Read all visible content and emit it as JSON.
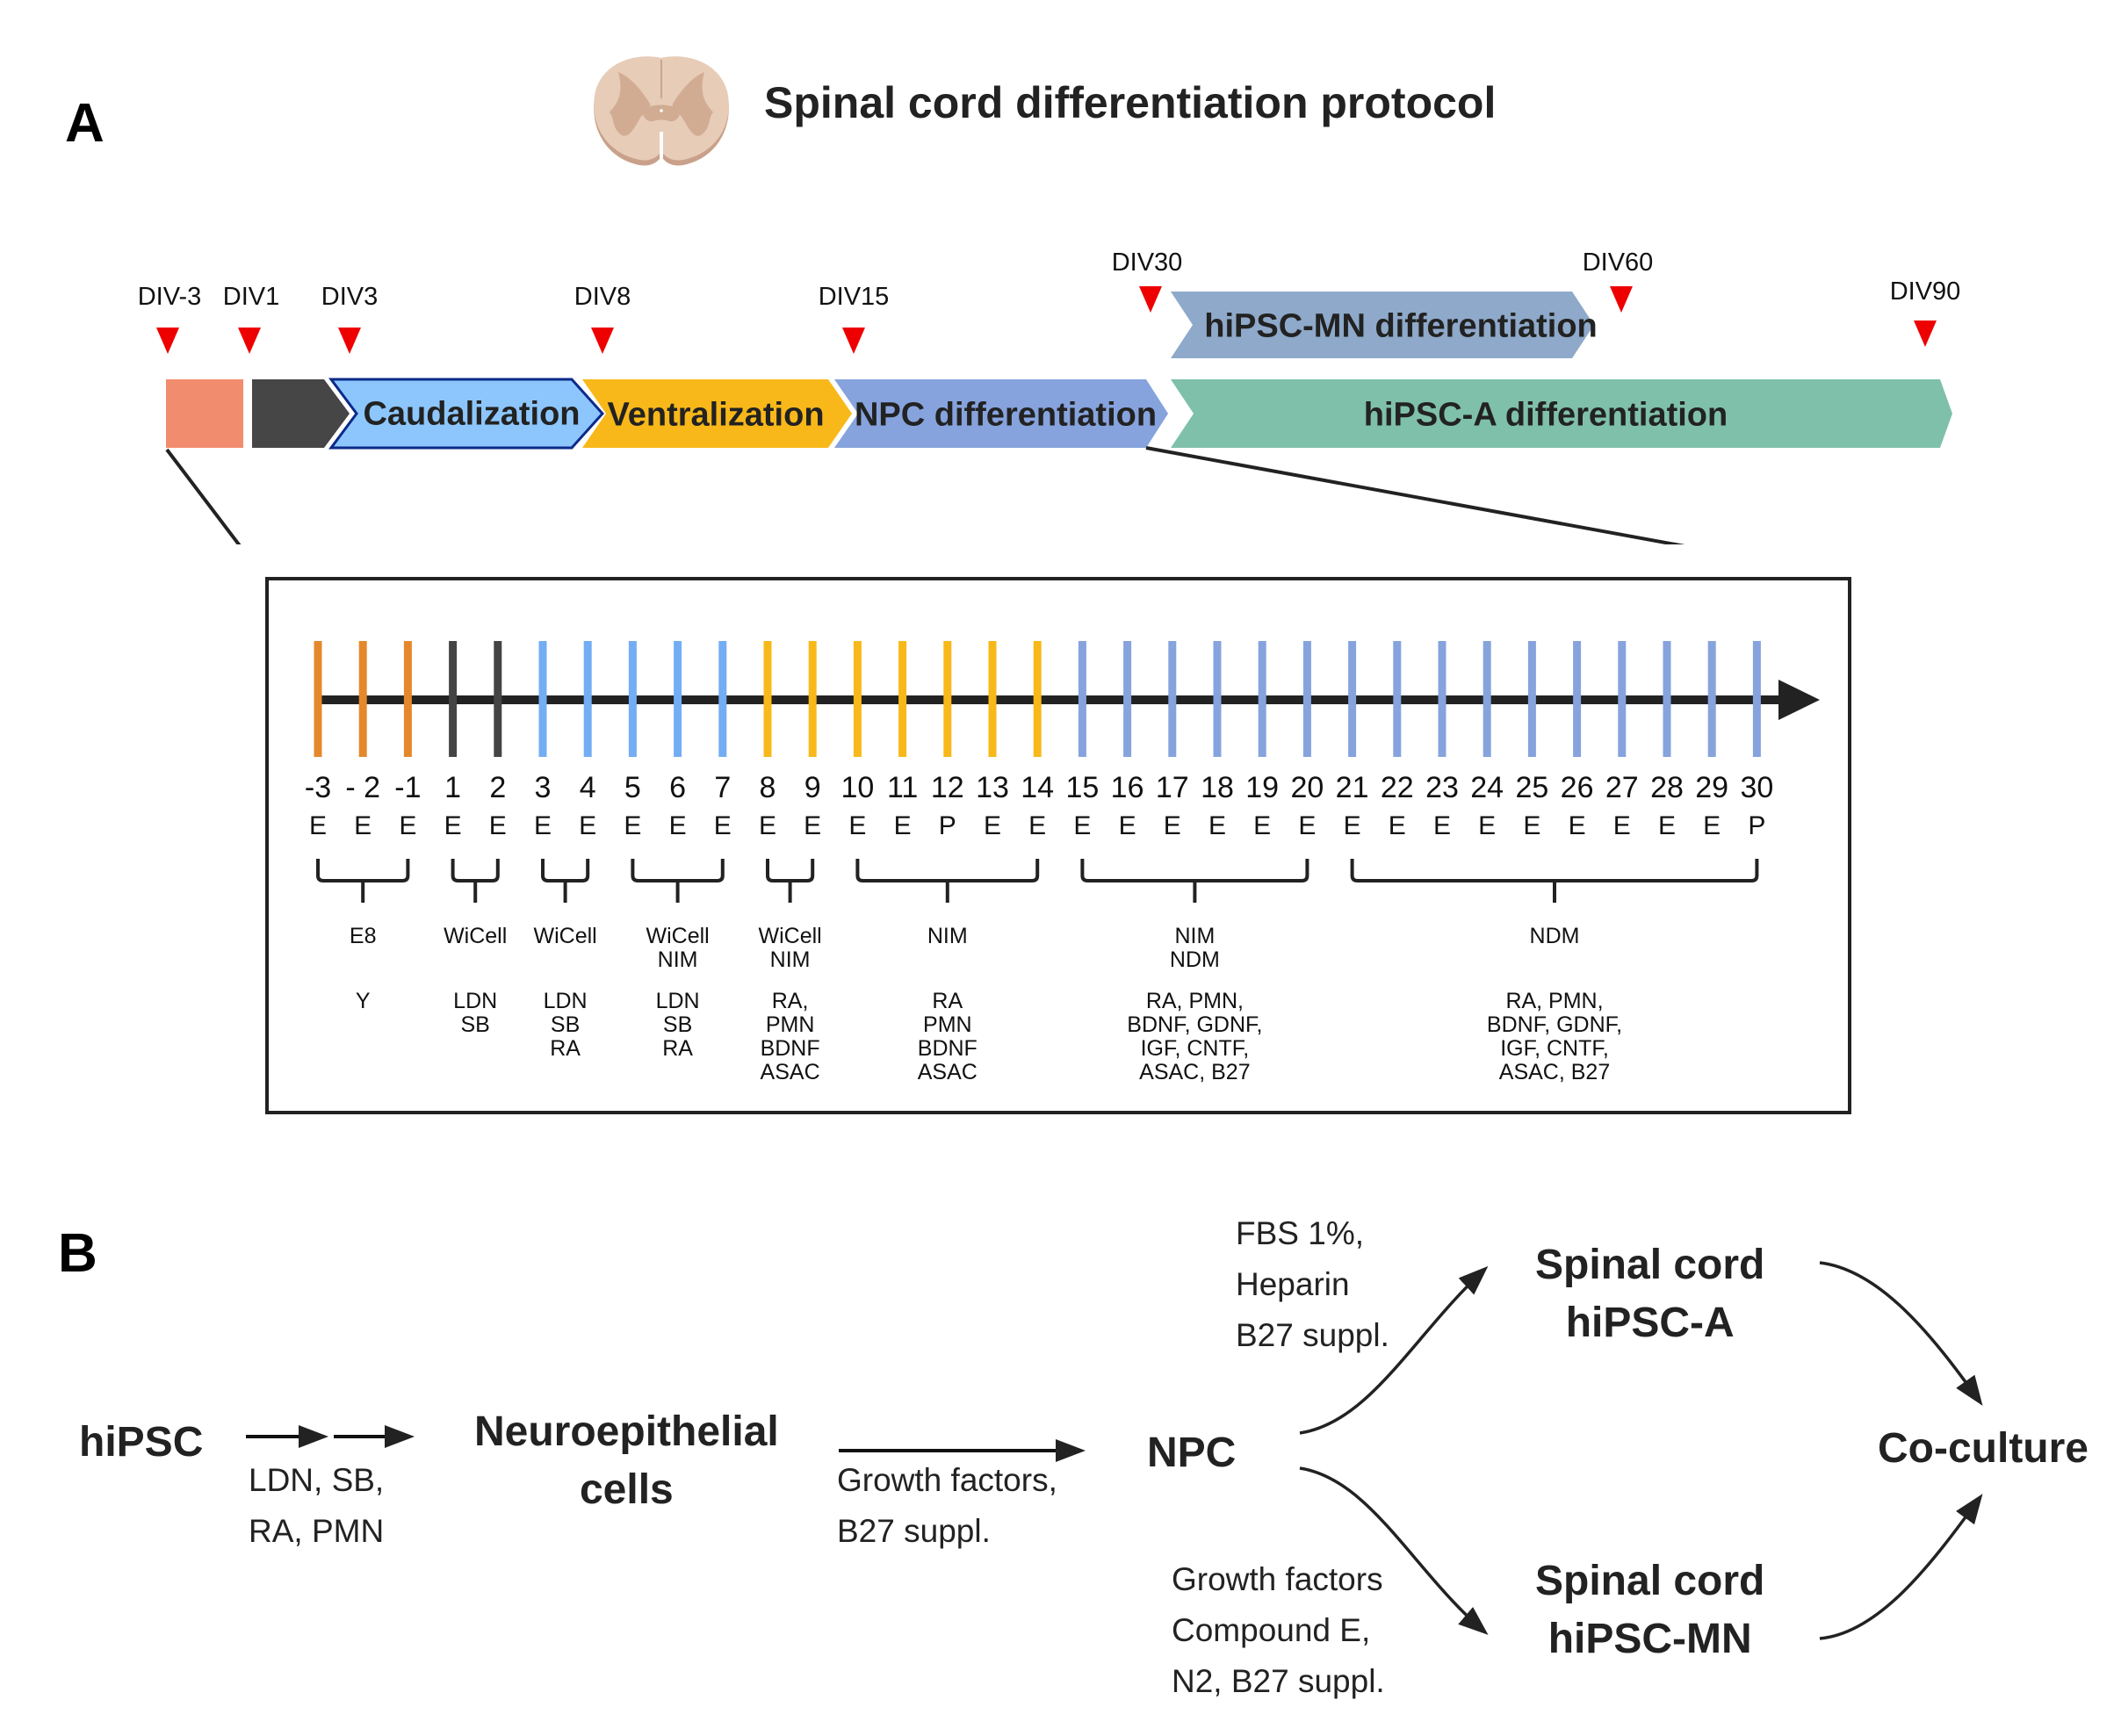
{
  "panel_a": {
    "label": "A",
    "title": "Spinal cord differentiation protocol",
    "title_icon": "spinal-cord-cross-section-icon",
    "div_markers": [
      {
        "label": "DIV-3"
      },
      {
        "label": "DIV1"
      },
      {
        "label": "DIV3"
      },
      {
        "label": "DIV8"
      },
      {
        "label": "DIV15"
      },
      {
        "label": "DIV30"
      },
      {
        "label": "DIV60"
      },
      {
        "label": "DIV90"
      }
    ],
    "stages": [
      {
        "label": "",
        "color": "#f28c6e"
      },
      {
        "label": "",
        "color": "#464646"
      },
      {
        "label": "Caudalization",
        "color": "#8cc6fc",
        "border": "#0b2a8a"
      },
      {
        "label": "Ventralization",
        "color": "#f8b81a"
      },
      {
        "label": "NPC differentiation",
        "color": "#86a3dd"
      },
      {
        "label": "hiPSC-A differentiation",
        "color": "#7fc0aa"
      },
      {
        "label": "hiPSC-MN differentiation",
        "color": "#8ea9c9"
      }
    ],
    "timeline": {
      "days": [
        {
          "day": "-3",
          "code": "E",
          "color": "#e5882c"
        },
        {
          "day": "- 2",
          "code": "E",
          "color": "#e5882c"
        },
        {
          "day": "-1",
          "code": "E",
          "color": "#e5882c"
        },
        {
          "day": "1",
          "code": "E",
          "color": "#444444"
        },
        {
          "day": "2",
          "code": "E",
          "color": "#444444"
        },
        {
          "day": "3",
          "code": "E",
          "color": "#73adf4"
        },
        {
          "day": "4",
          "code": "E",
          "color": "#73adf4"
        },
        {
          "day": "5",
          "code": "E",
          "color": "#73adf4"
        },
        {
          "day": "6",
          "code": "E",
          "color": "#73adf4"
        },
        {
          "day": "7",
          "code": "E",
          "color": "#73adf4"
        },
        {
          "day": "8",
          "code": "E",
          "color": "#f8b81a"
        },
        {
          "day": "9",
          "code": "E",
          "color": "#f8b81a"
        },
        {
          "day": "10",
          "code": "E",
          "color": "#f8b81a"
        },
        {
          "day": "11",
          "code": "E",
          "color": "#f8b81a"
        },
        {
          "day": "12",
          "code": "P",
          "color": "#f8b81a"
        },
        {
          "day": "13",
          "code": "E",
          "color": "#f8b81a"
        },
        {
          "day": "14",
          "code": "E",
          "color": "#f8b81a"
        },
        {
          "day": "15",
          "code": "E",
          "color": "#86a3dd"
        },
        {
          "day": "16",
          "code": "E",
          "color": "#86a3dd"
        },
        {
          "day": "17",
          "code": "E",
          "color": "#86a3dd"
        },
        {
          "day": "18",
          "code": "E",
          "color": "#86a3dd"
        },
        {
          "day": "19",
          "code": "E",
          "color": "#86a3dd"
        },
        {
          "day": "20",
          "code": "E",
          "color": "#86a3dd"
        },
        {
          "day": "21",
          "code": "E",
          "color": "#86a3dd"
        },
        {
          "day": "22",
          "code": "E",
          "color": "#86a3dd"
        },
        {
          "day": "23",
          "code": "E",
          "color": "#86a3dd"
        },
        {
          "day": "24",
          "code": "E",
          "color": "#86a3dd"
        },
        {
          "day": "25",
          "code": "E",
          "color": "#86a3dd"
        },
        {
          "day": "26",
          "code": "E",
          "color": "#86a3dd"
        },
        {
          "day": "27",
          "code": "E",
          "color": "#86a3dd"
        },
        {
          "day": "28",
          "code": "E",
          "color": "#86a3dd"
        },
        {
          "day": "29",
          "code": "E",
          "color": "#86a3dd"
        },
        {
          "day": "30",
          "code": "P",
          "color": "#86a3dd"
        }
      ],
      "groups": [
        {
          "from": 0,
          "to": 2,
          "medium": "E8",
          "factors": "Y"
        },
        {
          "from": 3,
          "to": 4,
          "medium": "WiCell",
          "factors": "LDN\nSB"
        },
        {
          "from": 5,
          "to": 6,
          "medium": "WiCell",
          "factors": "LDN\nSB\nRA"
        },
        {
          "from": 7,
          "to": 9,
          "medium": "WiCell\nNIM",
          "factors": "LDN\nSB\nRA"
        },
        {
          "from": 10,
          "to": 11,
          "medium": "WiCell\nNIM",
          "factors": "RA,\nPMN\nBDNF\nASAC"
        },
        {
          "from": 12,
          "to": 16,
          "medium": "NIM",
          "factors": "RA\nPMN\nBDNF\nASAC"
        },
        {
          "from": 17,
          "to": 22,
          "medium": "NIM\nNDM",
          "factors": "RA, PMN,\nBDNF, GDNF,\nIGF, CNTF,\nASAC, B27"
        },
        {
          "from": 23,
          "to": 32,
          "medium": "NDM",
          "factors": "RA, PMN,\nBDNF, GDNF,\nIGF, CNTF,\nASAC, B27"
        }
      ]
    }
  },
  "panel_b": {
    "label": "B",
    "nodes": {
      "hipsc": "hiPSC",
      "neuroepithelial": "Neuroepithelial\ncells",
      "npc": "NPC",
      "astro": "Spinal cord\nhiPSC-A",
      "mn": "Spinal cord\nhiPSC-MN",
      "coculture": "Co-culture"
    },
    "notes": {
      "hipsc_to_ne": "LDN, SB,\nRA, PMN",
      "ne_to_npc": "Growth factors,\nB27 suppl.",
      "npc_to_astro": "FBS 1%,\nHeparin\nB27 suppl.",
      "npc_to_mn": "Growth factors\nCompound E,\nN2, B27 suppl."
    }
  }
}
